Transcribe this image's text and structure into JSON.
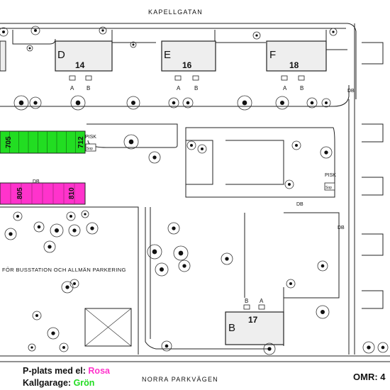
{
  "streets": {
    "north": "KAPELLGATAN",
    "south": "NORRA PARKVÄGEN",
    "parking_area": "FÖR BUSSTATION OCH ALLMÄN PARKERING"
  },
  "buildings": [
    {
      "letter": "D",
      "number": "14",
      "entrances": [
        "A",
        "B"
      ]
    },
    {
      "letter": "E",
      "number": "16",
      "entrances": [
        "A",
        "B"
      ]
    },
    {
      "letter": "F",
      "number": "18",
      "entrances": [
        "A",
        "B"
      ]
    },
    {
      "letter": "B",
      "number": "17",
      "entrances": [
        "B",
        "A"
      ]
    }
  ],
  "garages": {
    "green": {
      "first": "705",
      "last": "712",
      "color": "#22dd22"
    },
    "pink": {
      "first": "805",
      "last": "810",
      "color": "#ff33cc"
    }
  },
  "markers": {
    "db": "DB",
    "pisk": "PISK",
    "sop": "Sop"
  },
  "legend": {
    "el_label": "P-plats med el:",
    "el_value": "Rosa",
    "el_color": "#ff33cc",
    "kall_label": "Kallgarage:",
    "kall_value": "Grön",
    "kall_color": "#22dd22"
  },
  "omr": "OMR: 4"
}
